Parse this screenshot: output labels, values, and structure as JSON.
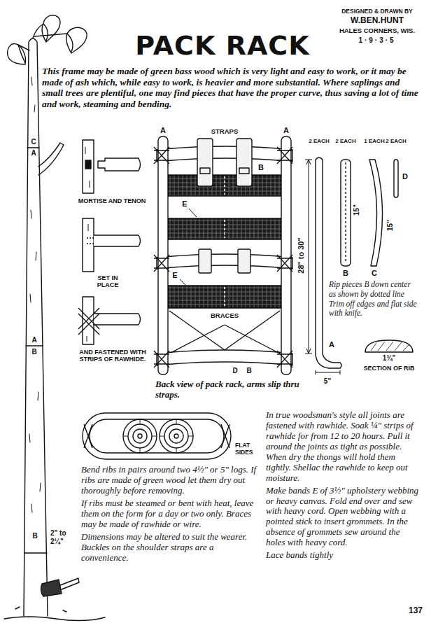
{
  "diagram": {
    "title": "PACK RACK",
    "labels": [
      "DESIGNED & DRAWN BY",
      "W.BEN.HUNT",
      "HALES CORNERS, WIS.",
      "1·9·3·5",
      "This frame may be made of green bass wood which is very light and easy to work, or it may be made of ash which, while easy to work, is heavier and more substantial. Where saplings and small trees are plentiful, one may find pieces that have the proper curve, thus saving a lot of time and work, steaming and bending.",
      "C",
      "A",
      "A",
      "B",
      "B",
      "2\" to 2¼\"",
      "MORTISE AND TENON",
      "SET IN PLACE",
      "AND FASTENED WITH STRIPS OF RAWHIDE.",
      "A",
      "STRAPS",
      "A",
      "B",
      "E",
      "E",
      "BRACES",
      "D",
      "B",
      "Back view of pack rack, arms slip thru straps.",
      "2 EACH",
      "2 EACH",
      "1 EACH",
      "2 EACH",
      "28\" to 30\"",
      "15\"",
      "15\"",
      "A",
      "B",
      "C",
      "D",
      "5\"",
      "Rip pieces B down center as shown by dotted line Trim off edges and flat side with knife.",
      "1¾\"",
      "SECTION OF RIB",
      "FLAT SIDES",
      "Bend ribs in pairs around two 4½\" or 5\" logs. If ribs are made of green wood let them dry out thoroughly before removing.",
      "If ribs must be steamed or bent with heat, leave them on the form for a day or two only. Braces may be made of rawhide or wire.",
      "Dimensions may be altered to suit the wearer. Buckles on the shoulder straps are a convenience.",
      "In true woodsman's style all joints are fastened with rawhide. Soak ¼\" strips of rawhide for from 12 to 20 hours. Pull it around the joints as tight as possible. When dry the thongs will hold them tightly. Shellac the rawhide to keep out moisture.",
      "Make bands E of 3½\" upholstery webbing or heavy canvas. Fold end over and sew with heavy cord. Open webbing with a pointed stick to insert grommets. In the absence of grommets sew around the holes with heavy cord.",
      "Lace bands tightly",
      "137"
    ]
  }
}
